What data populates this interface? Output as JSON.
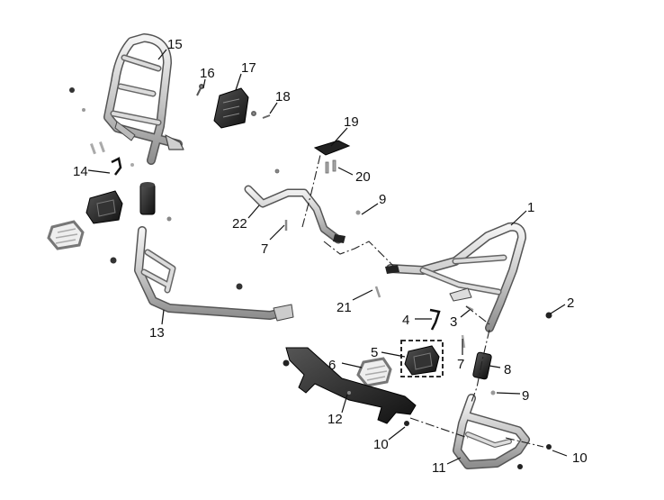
{
  "callouts": [
    {
      "id": "c1",
      "text": "1"
    },
    {
      "id": "c2",
      "text": "2"
    },
    {
      "id": "c3",
      "text": "3"
    },
    {
      "id": "c4",
      "text": "4"
    },
    {
      "id": "c5",
      "text": "5"
    },
    {
      "id": "c6",
      "text": "6"
    },
    {
      "id": "c7a",
      "text": "7"
    },
    {
      "id": "c7b",
      "text": "7"
    },
    {
      "id": "c8",
      "text": "8"
    },
    {
      "id": "c9a",
      "text": "9"
    },
    {
      "id": "c9b",
      "text": "9"
    },
    {
      "id": "c10a",
      "text": "10"
    },
    {
      "id": "c10b",
      "text": "10"
    },
    {
      "id": "c11",
      "text": "11"
    },
    {
      "id": "c12",
      "text": "12"
    },
    {
      "id": "c13",
      "text": "13"
    },
    {
      "id": "c14",
      "text": "14"
    },
    {
      "id": "c15",
      "text": "15"
    },
    {
      "id": "c16",
      "text": "16"
    },
    {
      "id": "c17",
      "text": "17"
    },
    {
      "id": "c18",
      "text": "18"
    },
    {
      "id": "c19",
      "text": "19"
    },
    {
      "id": "c20",
      "text": "20"
    },
    {
      "id": "c21",
      "text": "21"
    },
    {
      "id": "c22",
      "text": "22"
    }
  ]
}
